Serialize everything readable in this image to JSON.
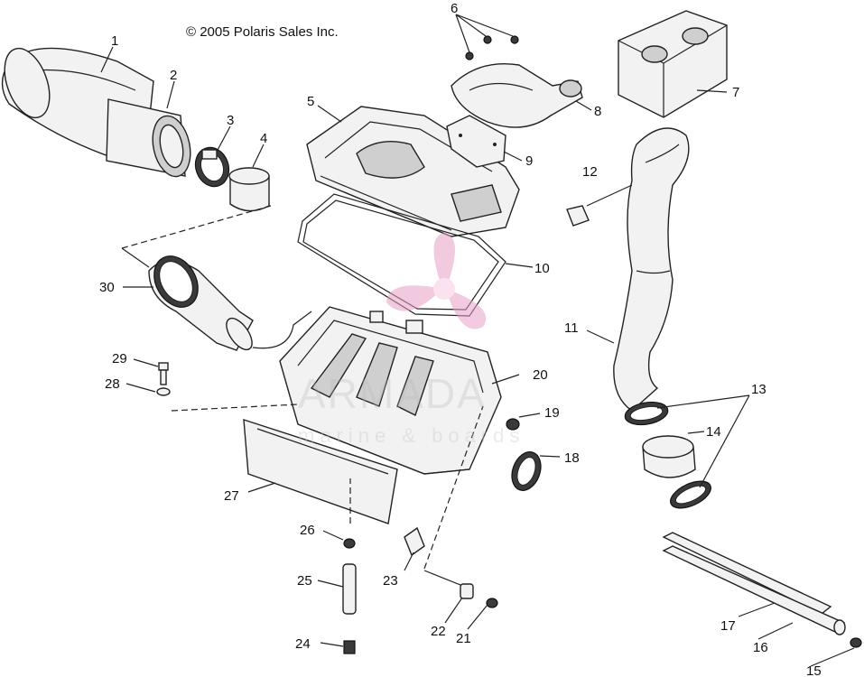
{
  "copyright": "© 2005 Polaris Sales Inc.",
  "watermark": {
    "name": "ARMADA",
    "tagline": "marine & boards",
    "color": "#e89fc8"
  },
  "callouts": [
    {
      "num": "1"
    },
    {
      "num": "2"
    },
    {
      "num": "3"
    },
    {
      "num": "4"
    },
    {
      "num": "5"
    },
    {
      "num": "6"
    },
    {
      "num": "7"
    },
    {
      "num": "8"
    },
    {
      "num": "9"
    },
    {
      "num": "10"
    },
    {
      "num": "11"
    },
    {
      "num": "12"
    },
    {
      "num": "13"
    },
    {
      "num": "14"
    },
    {
      "num": "15"
    },
    {
      "num": "16"
    },
    {
      "num": "17"
    },
    {
      "num": "18"
    },
    {
      "num": "19"
    },
    {
      "num": "20"
    },
    {
      "num": "21"
    },
    {
      "num": "22"
    },
    {
      "num": "23"
    },
    {
      "num": "24"
    },
    {
      "num": "25"
    },
    {
      "num": "26"
    },
    {
      "num": "27"
    },
    {
      "num": "28"
    },
    {
      "num": "29"
    },
    {
      "num": "30"
    }
  ]
}
